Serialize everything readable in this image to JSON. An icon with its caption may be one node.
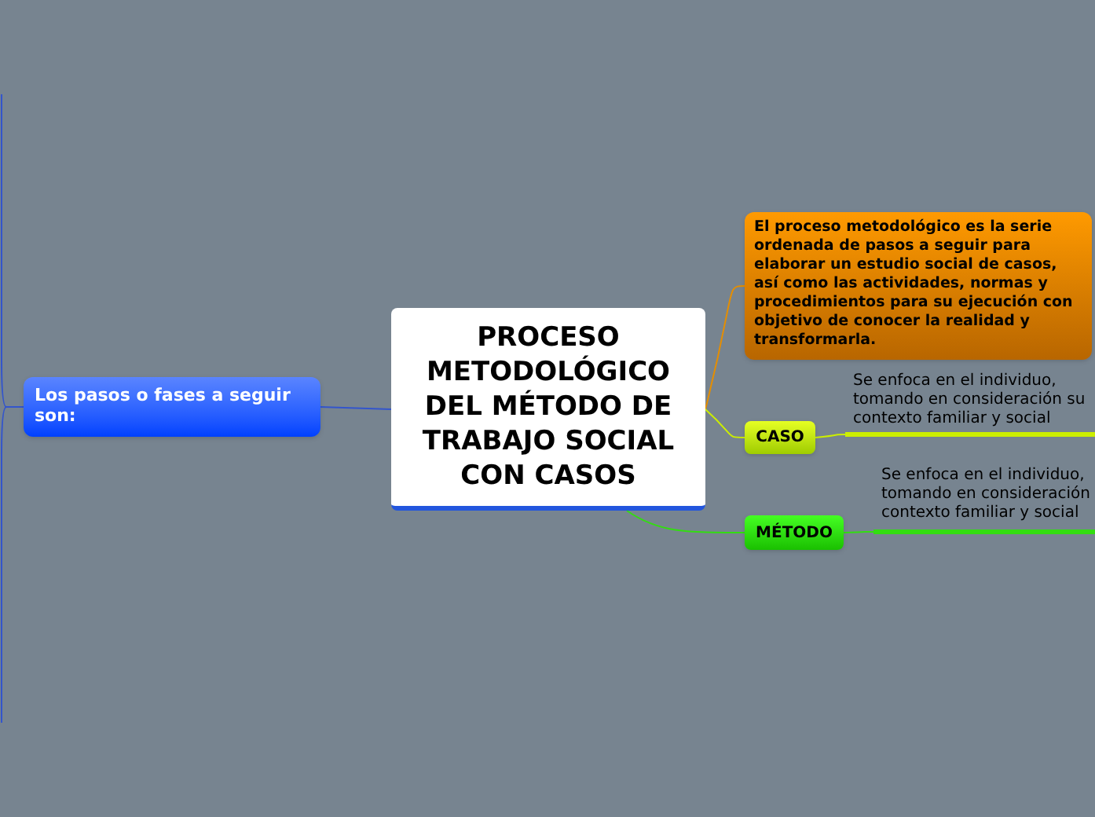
{
  "diagram": {
    "nodes": [
      {
        "text": [
          "PROCESO METODOLÓGICO DEL MÉTODO DE TRABAJO SOCIAL CON CASOS"
        ]
      },
      {
        "text": [
          "Los pasos o fases  a seguir son:"
        ]
      },
      {
        "text": [
          "El proceso metodológico es la serie ordenada de pasos a seguir  para elaborar un estudio social de casos, así como las actividades, normas y procedimientos para su ejecución con objetivo de conocer la realidad y transformarla."
        ]
      },
      {
        "text": [
          "CASO"
        ]
      },
      {
        "text": [
          "MÉTODO"
        ]
      },
      {
        "text": [
          "Se enfoca en el individuo, tomando en consideración su contexto familiar y social"
        ]
      },
      {
        "text": [
          "Se enfoca en el individuo, tomando en consideración contexto familiar y social"
        ]
      }
    ],
    "edges": [
      {
        "from": 0,
        "to": 1,
        "arrow": "none",
        "color": "#3355cc"
      },
      {
        "from": 0,
        "to": 2,
        "arrow": "none",
        "color": "#e58e00"
      },
      {
        "from": 0,
        "to": 3,
        "arrow": "none",
        "color": "#ccee00"
      },
      {
        "from": 0,
        "to": 4,
        "arrow": "none",
        "color": "#33dd11"
      },
      {
        "from": 3,
        "to": 5,
        "arrow": "none",
        "color": "#ccee00"
      },
      {
        "from": 4,
        "to": 6,
        "arrow": "none",
        "color": "#33dd11"
      },
      {
        "from": 1,
        "to": null,
        "arrow": "none",
        "color": "#3355cc"
      },
      {
        "from": 1,
        "to": null,
        "arrow": "none",
        "color": "#3355cc"
      }
    ]
  }
}
